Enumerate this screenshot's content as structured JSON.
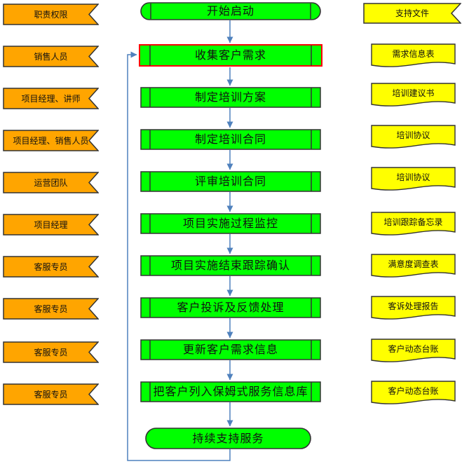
{
  "colors": {
    "role_fill": "#FFA500",
    "process_fill": "#00FF00",
    "doc_fill": "#FFFF00",
    "connector_blue": "#4F81BD",
    "highlight_red": "#FF0000",
    "shape_border": "#333333"
  },
  "left_column": {
    "items": [
      {
        "label": "职责权限"
      },
      {
        "label": "销售人员"
      },
      {
        "label": "项目经理、讲师"
      },
      {
        "label": "项目经理、销售人员"
      },
      {
        "label": "运营团队"
      },
      {
        "label": "项目经理"
      },
      {
        "label": "客服专员"
      },
      {
        "label": "客服专员"
      },
      {
        "label": "客服专员"
      },
      {
        "label": "客服专员"
      }
    ]
  },
  "middle_column": {
    "steps": [
      {
        "label": "开始启动",
        "shape": "terminator"
      },
      {
        "label": "收集客户需求",
        "shape": "process",
        "selected": true
      },
      {
        "label": "制定培训方案",
        "shape": "process"
      },
      {
        "label": "制定培训合同",
        "shape": "process"
      },
      {
        "label": "评审培训合同",
        "shape": "process"
      },
      {
        "label": "项目实施过程监控",
        "shape": "process"
      },
      {
        "label": "项目实施结束跟踪确认",
        "shape": "process"
      },
      {
        "label": "客户投诉及反馈处理",
        "shape": "process"
      },
      {
        "label": "更新客户需求信息",
        "shape": "process"
      },
      {
        "label": "把客户列入保姆式服务信息库",
        "shape": "process"
      },
      {
        "label": "持续支持服务",
        "shape": "terminator"
      }
    ]
  },
  "right_column": {
    "items": [
      {
        "label": "支持文件",
        "shape": "banner"
      },
      {
        "label": "需求信息表",
        "shape": "document"
      },
      {
        "label": "培训建议书",
        "shape": "document"
      },
      {
        "label": "培训协议",
        "shape": "document"
      },
      {
        "label": "培训协议",
        "shape": "document"
      },
      {
        "label": "培训跟踪备忘录",
        "shape": "document"
      },
      {
        "label": "满意度调查表",
        "shape": "document"
      },
      {
        "label": "客诉处理报告",
        "shape": "document"
      },
      {
        "label": "客户动态台账",
        "shape": "document"
      },
      {
        "label": "客户动态台账",
        "shape": "document"
      }
    ]
  }
}
